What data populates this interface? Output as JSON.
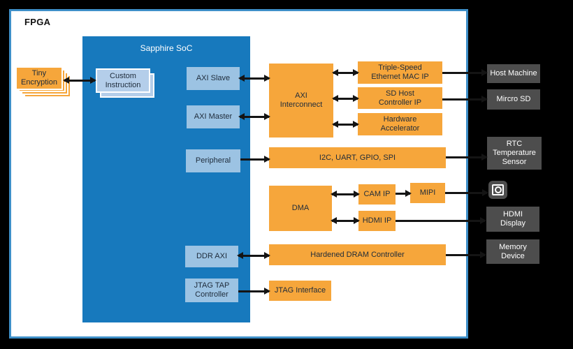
{
  "diagram": {
    "fpga_label": "FPGA",
    "soc": {
      "title": "Sapphire SoC",
      "custom_instruction": "Custom\nInstruction",
      "axi_slave": "AXI Slave",
      "axi_master": "AXI Master",
      "peripheral": "Peripheral",
      "ddr_axi": "DDR AXI",
      "jtag_tap_controller": "JTAG TAP\nController"
    },
    "fpga_blocks": {
      "tiny_encryption": "Tiny\nEncryption",
      "axi_interconnect": "AXI\nInterconnect",
      "ethernet_mac": "Triple-Speed\nEthernet MAC IP",
      "sd_host_controller": "SD Host\nController IP",
      "hardware_accelerator": "Hardware\nAccelerator",
      "peripheral_bus": "I2C, UART, GPIO, SPI",
      "dma": "DMA",
      "cam_ip": "CAM IP",
      "mipi": "MIPI",
      "hdmi_ip": "HDMI IP",
      "dram_controller": "Hardened DRAM Controller",
      "jtag_interface": "JTAG Interface"
    },
    "external": {
      "host_machine": "Host Machine",
      "micro_sd": "Mircro SD",
      "rtc_sensor": "RTC\nTemperature\nSensor",
      "camera_icon": "camera-icon",
      "hdmi_display": "HDMI\nDisplay",
      "memory_device": "Memory\nDevice"
    },
    "colors": {
      "orange": "#F6A63B",
      "soc_blue": "#1779BD",
      "port_blue": "#9CC3E3",
      "stack_blue": "#B4CEEA",
      "external_gray": "#4D4D4D",
      "panel_border": "#3E8FC8",
      "background": "#000000"
    }
  }
}
